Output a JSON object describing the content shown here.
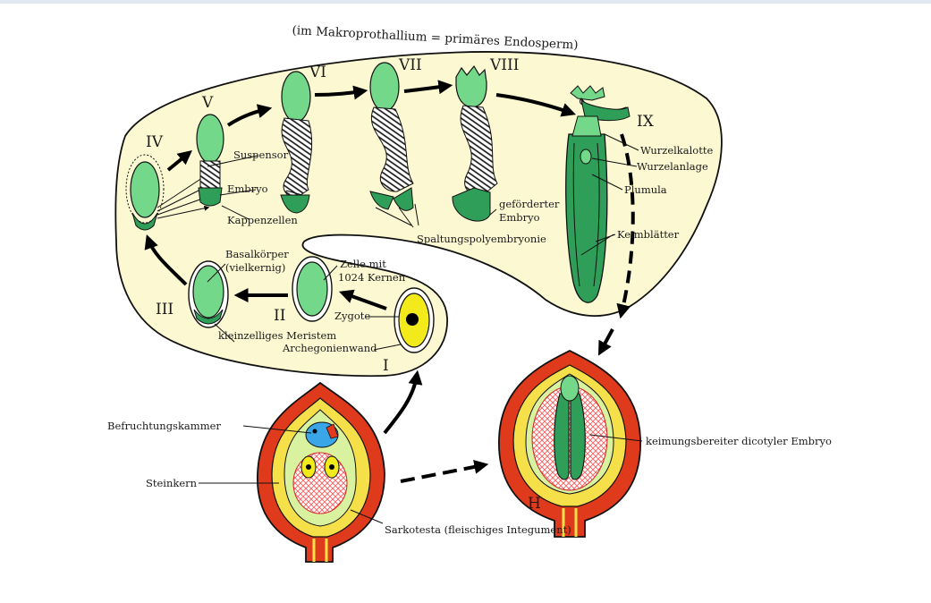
{
  "title": "(im Makroprothallium = primäres Endosperm)",
  "stages": [
    "I",
    "II",
    "III",
    "IV",
    "V",
    "VI",
    "VII",
    "VIII",
    "IX",
    "H"
  ],
  "labels": {
    "suspensor": "Suspensor",
    "embryo": "Embryo",
    "kappenzellen": "Kappenzellen",
    "basalkoerper": "Basalkörper",
    "vielkernig": "(vielkernig)",
    "zelle_mit": "Zelle mit",
    "kernen_1024": "1024 Kernen",
    "zygote": "Zygote",
    "meristem": "kleinzelliges Meristem",
    "archegonienwand": "Archegonienwand",
    "gefoerderter": "geförderter",
    "embryo2": "Embryo",
    "spaltung": "Spaltungspolyembryonie",
    "wurzelkalotte": "Wurzelkalotte",
    "wurzelanlage": "Wurzelanlage",
    "plumula": "Plumula",
    "keimblaetter": "Keimblätter",
    "befruchtungskammer": "Befruchtungskammer",
    "steinkern": "Steinkern",
    "sarkotesta": "Sarkotesta  (fleischiges Integument)",
    "keimungsbereiter": "keimungsbereiter dicotyler Embryo"
  },
  "colors": {
    "endosperm": "#fbf8d2",
    "embryo": "#74d88a",
    "embryo_dark": "#2f9e58",
    "zygote": "#f2ea1a",
    "sarkotesta": "#e03a1c",
    "steinkern": "#f6e04a",
    "inner": "#d9f2a0",
    "tissue": "#ff8c8c",
    "chamber": "#3aa6e8"
  }
}
